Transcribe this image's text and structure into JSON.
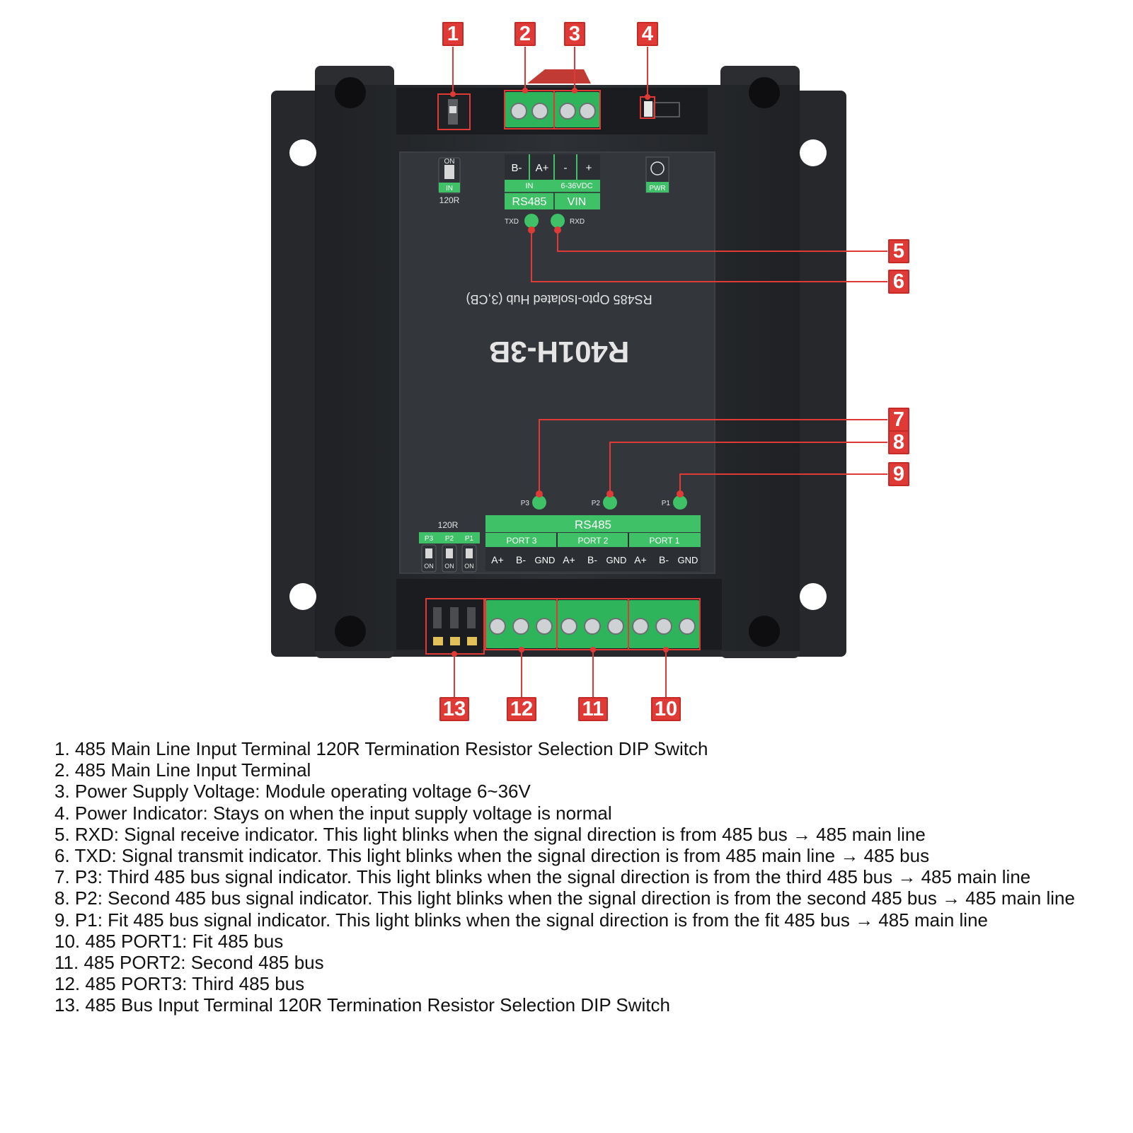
{
  "device": {
    "model": "R401H-3B",
    "subtitle": "RS485 Opto-Isolated Hub (3,CB)",
    "top_labels": {
      "dip_on": "ON",
      "dip_in": "IN",
      "dip_120r": "120R",
      "b_minus": "B-",
      "a_plus": "A+",
      "minus": "-",
      "plus": "+",
      "in": "IN",
      "voltage": "6-36VDC",
      "rs485": "RS485",
      "vin": "VIN",
      "pwr": "PWR",
      "txd": "TXD",
      "rxd": "RXD"
    },
    "bottom_labels": {
      "dip_120r": "120R",
      "p3": "P3",
      "p2": "P2",
      "p1": "P1",
      "on": "ON",
      "rs485": "RS485",
      "port3": "PORT 3",
      "port2": "PORT 2",
      "port1": "PORT 1",
      "a_plus": "A+",
      "b_minus": "B-",
      "gnd": "GND"
    }
  },
  "callouts": [
    "1",
    "2",
    "3",
    "4",
    "5",
    "6",
    "7",
    "8",
    "9",
    "10",
    "11",
    "12",
    "13"
  ],
  "legend": [
    "1. 485 Main Line Input Terminal 120R Termination Resistor Selection DIP Switch",
    "2. 485 Main Line Input Terminal",
    "3. Power Supply Voltage: Module operating voltage 6~36V",
    "4. Power Indicator: Stays on when the input supply voltage is normal",
    "5. RXD: Signal receive indicator. This light blinks when the signal direction is from 485 bus → 485 main line",
    "6. TXD: Signal transmit indicator. This light blinks when the signal direction is from 485 main line → 485 bus",
    "7. P3: Third 485 bus signal indicator. This light blinks when the signal direction is from the third 485 bus → 485 main line",
    "8. P2: Second 485 bus signal indicator. This light blinks when the signal direction is from the second 485 bus → 485 main line",
    "9. P1: Fit 485 bus signal indicator. This light blinks when the signal direction is from the fit 485 bus → 485 main line",
    "10. 485 PORT1: Fit 485 bus",
    "11. 485 PORT2: Second 485 bus",
    "12. 485 PORT3: Third 485 bus",
    "13. 485 Bus Input Terminal 120R Termination Resistor Selection DIP Switch"
  ],
  "colors": {
    "callout": "#e03a36",
    "leader_line": "#e03a36",
    "housing": "#2a2c30",
    "panel": "#34373c",
    "terminal_green": "#2fbf5c",
    "label_green": "#3fc267"
  }
}
